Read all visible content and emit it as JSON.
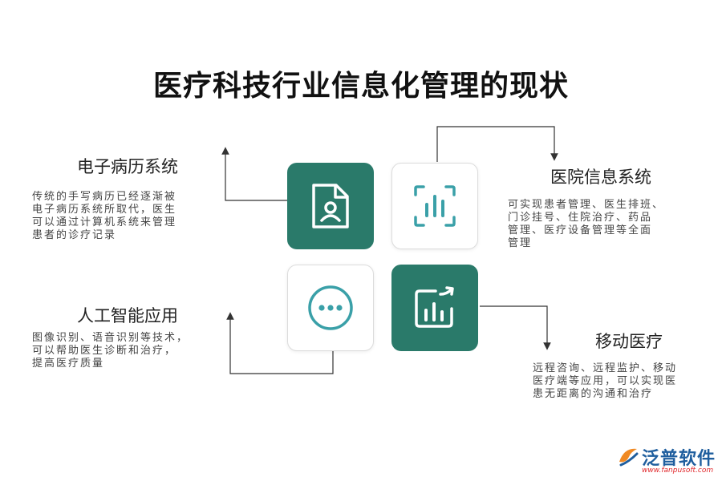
{
  "title": "医疗科技行业信息化管理的现状",
  "sections": [
    {
      "heading": "电子病历系统",
      "lines": [
        "传统的手写病历已经逐渐被",
        "电子病历系统所取代，医生",
        "可以通过计算机系统来管理",
        "患者的诊疗记录"
      ],
      "icon": "document-user-icon"
    },
    {
      "heading": "医院信息系统",
      "lines": [
        "可实现患者管理、医生排班、",
        "门诊挂号、住院治疗、药品",
        "管理、医疗设备管理等全面",
        "管理"
      ],
      "icon": "bar-chart-frame-icon"
    },
    {
      "heading": "人工智能应用",
      "lines": [
        "图像识别、语音识别等技术，",
        "可以帮助医生诊断和治疗，",
        "提高医疗质量"
      ],
      "icon": "more-dots-icon"
    },
    {
      "heading": "移动医疗",
      "lines": [
        "远程咨询、远程监护、移动",
        "医疗端等应用，可以实现医",
        "患无距离的沟通和治疗"
      ],
      "icon": "chart-share-icon"
    }
  ],
  "colors": {
    "accent": "#2a7a6a",
    "icon_light": "#3aa0a8"
  },
  "logo": {
    "name": "泛普软件",
    "url": "www.fanpusoft.com"
  }
}
